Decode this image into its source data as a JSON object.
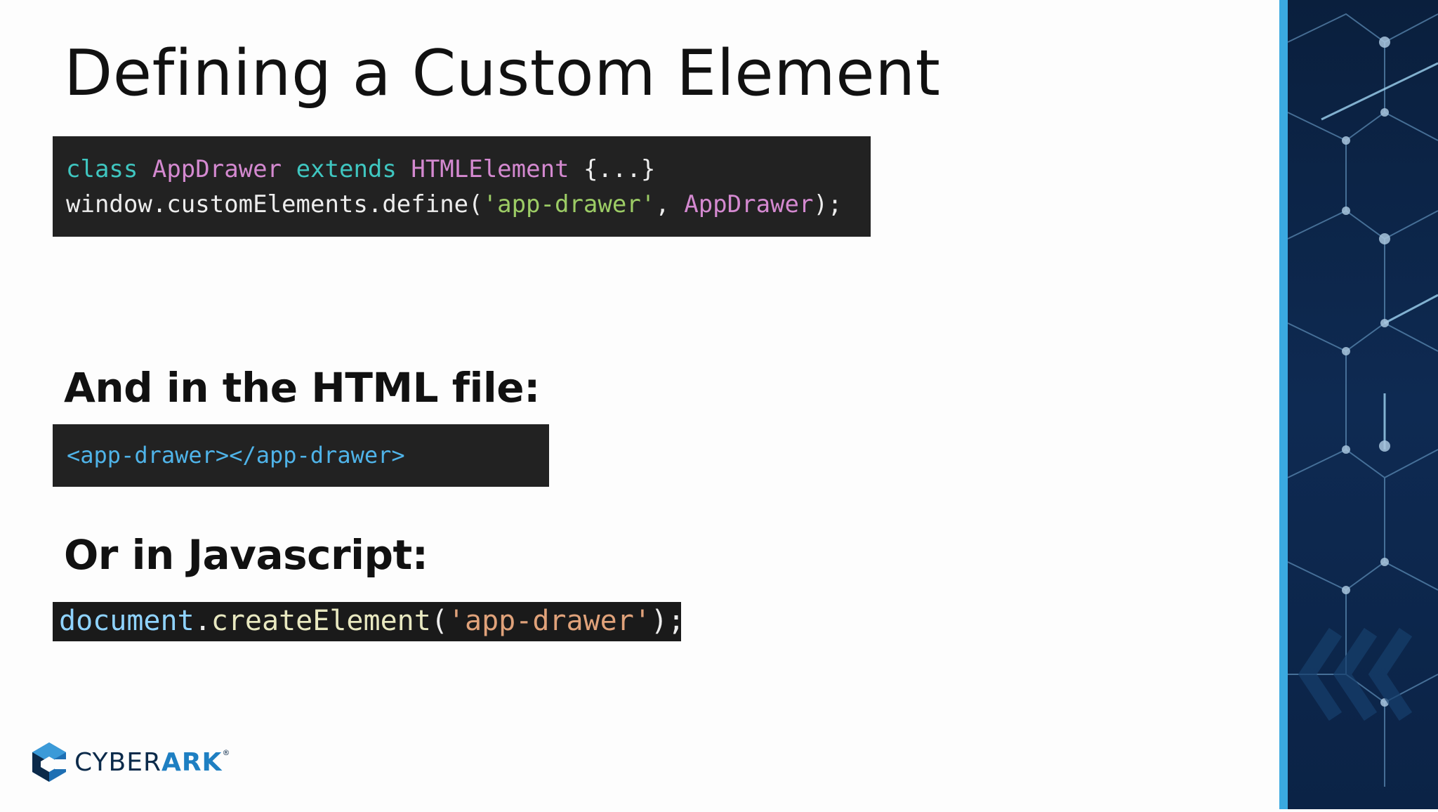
{
  "slide": {
    "title": "Defining a Custom Element",
    "code_block_1": {
      "line1": {
        "kw1": "class",
        "cls1": "AppDrawer",
        "kw2": "extends",
        "cls2": "HTMLElement",
        "rest": "{...}"
      },
      "line2": {
        "prefix": "window.customElements.define(",
        "str": "'app-drawer'",
        "comma": ", ",
        "cls": "AppDrawer",
        "suffix": ");"
      }
    },
    "subhead_html": "And in the HTML file:",
    "code_block_2": {
      "text": "<app-drawer></app-drawer>"
    },
    "subhead_js": "Or in Javascript:",
    "code_block_3": {
      "doc": "document",
      "dot": ".",
      "fn": "createElement",
      "open": "(",
      "str": "'app-drawer'",
      "close": ");"
    },
    "logo": {
      "cyber": "CYBER",
      "ark": "ARK",
      "reg": "®"
    }
  },
  "colors": {
    "code_bg": "#222222",
    "keyword": "#3fc6c0",
    "class_name": "#d489d0",
    "string": "#9ccc65",
    "tag": "#4fb3e8",
    "accent_stripe": "#3aa9e0",
    "panel_bg": "#0c2446",
    "logo_dark": "#0b2a4a",
    "logo_blue": "#1e7fc2"
  }
}
